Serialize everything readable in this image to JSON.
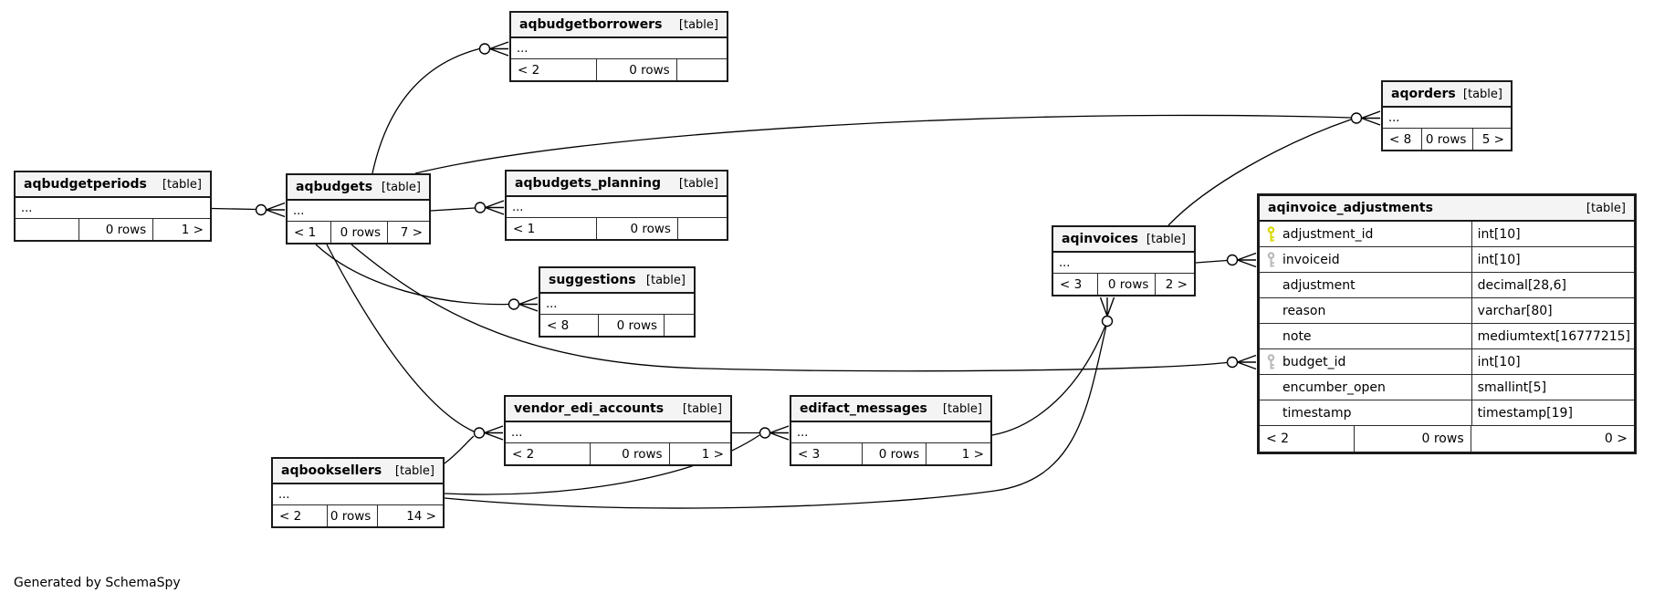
{
  "diagram": {
    "generator_note": "Generated by SchemaSpy",
    "colors": {
      "primary_key": "#d9d900",
      "foreign_key": "#b9b9b9",
      "header_bg": "#f4f4f4",
      "line": "#000000"
    },
    "tables": [
      {
        "id": "aqbudgetperiods",
        "name": "aqbudgetperiods",
        "tag": "[table]",
        "body": "...",
        "footer": [
          "",
          "0 rows",
          "1 >"
        ],
        "columns": []
      },
      {
        "id": "aqbudgets",
        "name": "aqbudgets",
        "tag": "[table]",
        "body": "...",
        "footer": [
          "< 1",
          "0 rows",
          "7 >"
        ],
        "columns": []
      },
      {
        "id": "aqbudgetborrowers",
        "name": "aqbudgetborrowers",
        "tag": "[table]",
        "body": "...",
        "footer": [
          "< 2",
          "0 rows",
          ""
        ],
        "columns": []
      },
      {
        "id": "aqorders",
        "name": "aqorders",
        "tag": "[table]",
        "body": "...",
        "footer": [
          "< 8",
          "0 rows",
          "5 >"
        ],
        "columns": []
      },
      {
        "id": "aqbudgets_planning",
        "name": "aqbudgets_planning",
        "tag": "[table]",
        "body": "...",
        "footer": [
          "< 1",
          "0 rows",
          ""
        ],
        "columns": []
      },
      {
        "id": "suggestions",
        "name": "suggestions",
        "tag": "[table]",
        "body": "...",
        "footer": [
          "< 8",
          "0 rows",
          ""
        ],
        "columns": []
      },
      {
        "id": "aqinvoices",
        "name": "aqinvoices",
        "tag": "[table]",
        "body": "...",
        "footer": [
          "< 3",
          "0 rows",
          "2 >"
        ],
        "columns": []
      },
      {
        "id": "aqinvoice_adjustments",
        "name": "aqinvoice_adjustments",
        "tag": "[table]",
        "body": "",
        "footer": [
          "< 2",
          "0 rows",
          "0 >"
        ],
        "columns": [
          {
            "name": "adjustment_id",
            "type": "int[10]",
            "key": "primary"
          },
          {
            "name": "invoiceid",
            "type": "int[10]",
            "key": "foreign"
          },
          {
            "name": "adjustment",
            "type": "decimal[28,6]",
            "key": ""
          },
          {
            "name": "reason",
            "type": "varchar[80]",
            "key": ""
          },
          {
            "name": "note",
            "type": "mediumtext[16777215]",
            "key": ""
          },
          {
            "name": "budget_id",
            "type": "int[10]",
            "key": "foreign"
          },
          {
            "name": "encumber_open",
            "type": "smallint[5]",
            "key": ""
          },
          {
            "name": "timestamp",
            "type": "timestamp[19]",
            "key": ""
          }
        ]
      },
      {
        "id": "vendor_edi_accounts",
        "name": "vendor_edi_accounts",
        "tag": "[table]",
        "body": "...",
        "footer": [
          "< 2",
          "0 rows",
          "1 >"
        ],
        "columns": []
      },
      {
        "id": "edifact_messages",
        "name": "edifact_messages",
        "tag": "[table]",
        "body": "...",
        "footer": [
          "< 3",
          "0 rows",
          "1 >"
        ],
        "columns": []
      },
      {
        "id": "aqbooksellers",
        "name": "aqbooksellers",
        "tag": "[table]",
        "body": "...",
        "footer": [
          "< 2",
          "0 rows",
          "14 >"
        ],
        "columns": []
      }
    ],
    "relationships": [
      {
        "from": "aqbudgetperiods",
        "to": "aqbudgets"
      },
      {
        "from": "aqbudgets",
        "to": "aqbudgetborrowers"
      },
      {
        "from": "aqbudgets",
        "to": "aqbudgets_planning"
      },
      {
        "from": "aqbudgets",
        "to": "suggestions"
      },
      {
        "from": "aqbudgets",
        "to": "aqorders"
      },
      {
        "from": "aqinvoices",
        "to": "aqorders"
      },
      {
        "from": "aqbudgets",
        "to": "vendor_edi_accounts"
      },
      {
        "from": "aqbudgets",
        "to": "aqinvoice_adjustments",
        "to_column": "budget_id"
      },
      {
        "from": "aqbooksellers",
        "to": "vendor_edi_accounts"
      },
      {
        "from": "aqbooksellers",
        "to": "edifact_messages"
      },
      {
        "from": "vendor_edi_accounts",
        "to": "edifact_messages"
      },
      {
        "from": "edifact_messages",
        "to": "aqinvoices"
      },
      {
        "from": "aqbooksellers",
        "to": "aqinvoices"
      },
      {
        "from": "aqinvoices",
        "to": "aqinvoice_adjustments",
        "to_column": "invoiceid"
      }
    ]
  }
}
